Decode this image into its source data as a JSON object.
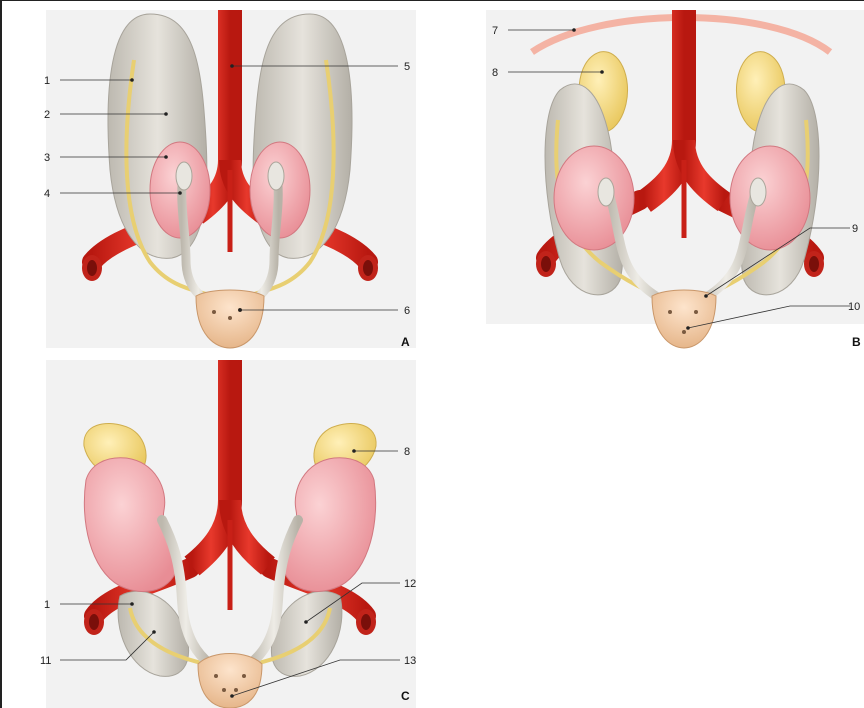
{
  "panels": [
    {
      "letter": "A"
    },
    {
      "letter": "B"
    },
    {
      "letter": "C"
    }
  ],
  "labels": {
    "a1": "1",
    "a2": "2",
    "a3": "3",
    "a4": "4",
    "a5": "5",
    "a6": "6",
    "b7": "7",
    "b8": "8",
    "b9": "9",
    "b10": "10",
    "c8": "8",
    "c1": "1",
    "c11": "11",
    "c12": "12",
    "c13": "13"
  },
  "colors": {
    "artery": "#d7261e",
    "kidney": "#f1a9ae",
    "ureter": "#d3cfc6",
    "fold": "#d9d6cf",
    "nerve": "#e8cf72",
    "adrenal": "#f5dc86",
    "bladder": "#f2c9a0",
    "background": "#f2f2f2"
  }
}
